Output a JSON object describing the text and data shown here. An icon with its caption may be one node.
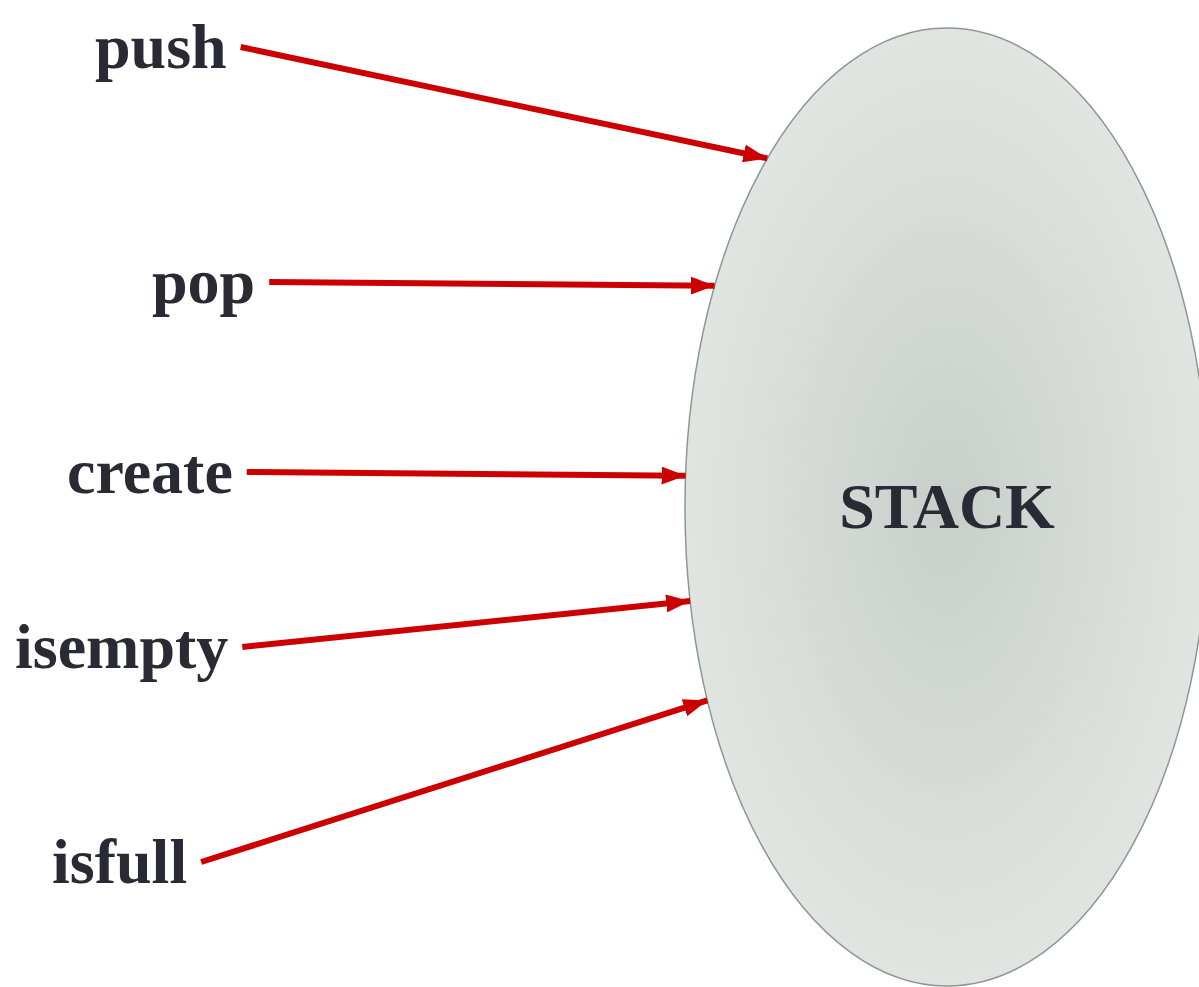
{
  "diagram": {
    "nodes": [
      {
        "text": [
          "push"
        ]
      },
      {
        "text": [
          "pop"
        ]
      },
      {
        "text": [
          "create"
        ]
      },
      {
        "text": [
          "isempty"
        ]
      },
      {
        "text": [
          "isfull"
        ]
      },
      {
        "text": [
          "STACK"
        ]
      }
    ],
    "edges": [
      {
        "from": 0,
        "to": 5,
        "arrow": "to"
      },
      {
        "from": 1,
        "to": 5,
        "arrow": "to"
      },
      {
        "from": 2,
        "to": 5,
        "arrow": "to"
      },
      {
        "from": 3,
        "to": 5,
        "arrow": "to"
      },
      {
        "from": 4,
        "to": 5,
        "arrow": "to"
      }
    ]
  }
}
